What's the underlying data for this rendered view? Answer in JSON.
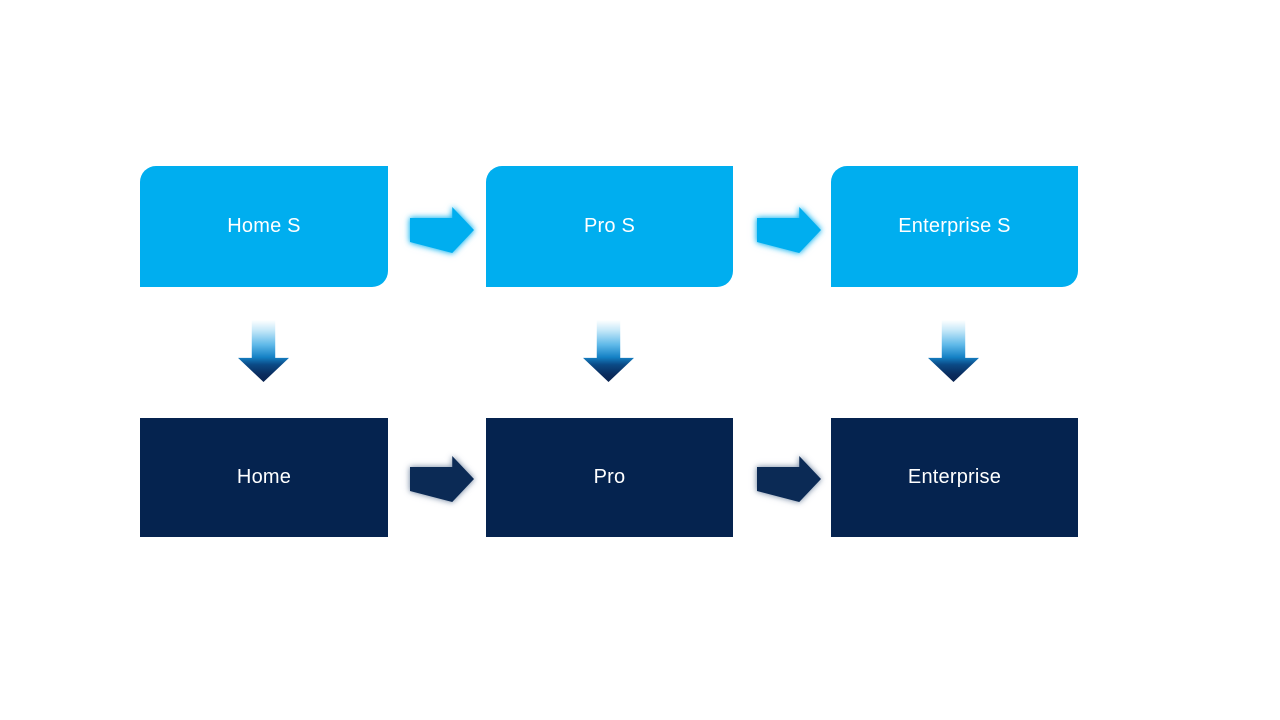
{
  "diagram": {
    "columns": [
      {
        "top_label": "Home S",
        "bottom_label": "Home"
      },
      {
        "top_label": "Pro S",
        "bottom_label": "Pro"
      },
      {
        "top_label": "Enterprise S",
        "bottom_label": "Enterprise"
      }
    ],
    "colors": {
      "canvas_bg": "#ffffff",
      "top_box": "#00aeef",
      "bottom_box": "#05234f",
      "top_arrow": "#00aeef",
      "bottom_arrow": "#0b2a55",
      "down_arrow_grad_top": "#ffffff",
      "down_arrow_grad_mid": "#5fb9e9",
      "down_arrow_grad_bottom": "#0a2350",
      "label_text": "#ffffff"
    }
  }
}
